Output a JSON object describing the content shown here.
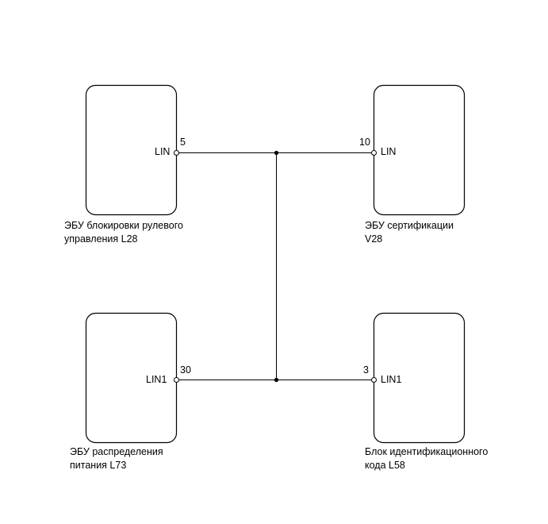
{
  "components": {
    "steering_lock_ecu": {
      "name_line1": "ЭБУ блокировки рулевого",
      "name_line2": "управления L28",
      "pin_name": "LIN",
      "pin_number": "5"
    },
    "certification_ecu": {
      "name_line1": "ЭБУ сертификации",
      "name_line2": "V28",
      "pin_name": "LIN",
      "pin_number": "10"
    },
    "power_distribution_ecu": {
      "name_line1": "ЭБУ распределения",
      "name_line2": "питания L73",
      "pin_name": "LIN1",
      "pin_number": "30"
    },
    "id_code_box": {
      "name_line1": "Блок идентификационного",
      "name_line2": "кода L58",
      "pin_name": "LIN1",
      "pin_number": "3"
    }
  },
  "colors": {
    "line": "#000000",
    "background": "#ffffff"
  }
}
